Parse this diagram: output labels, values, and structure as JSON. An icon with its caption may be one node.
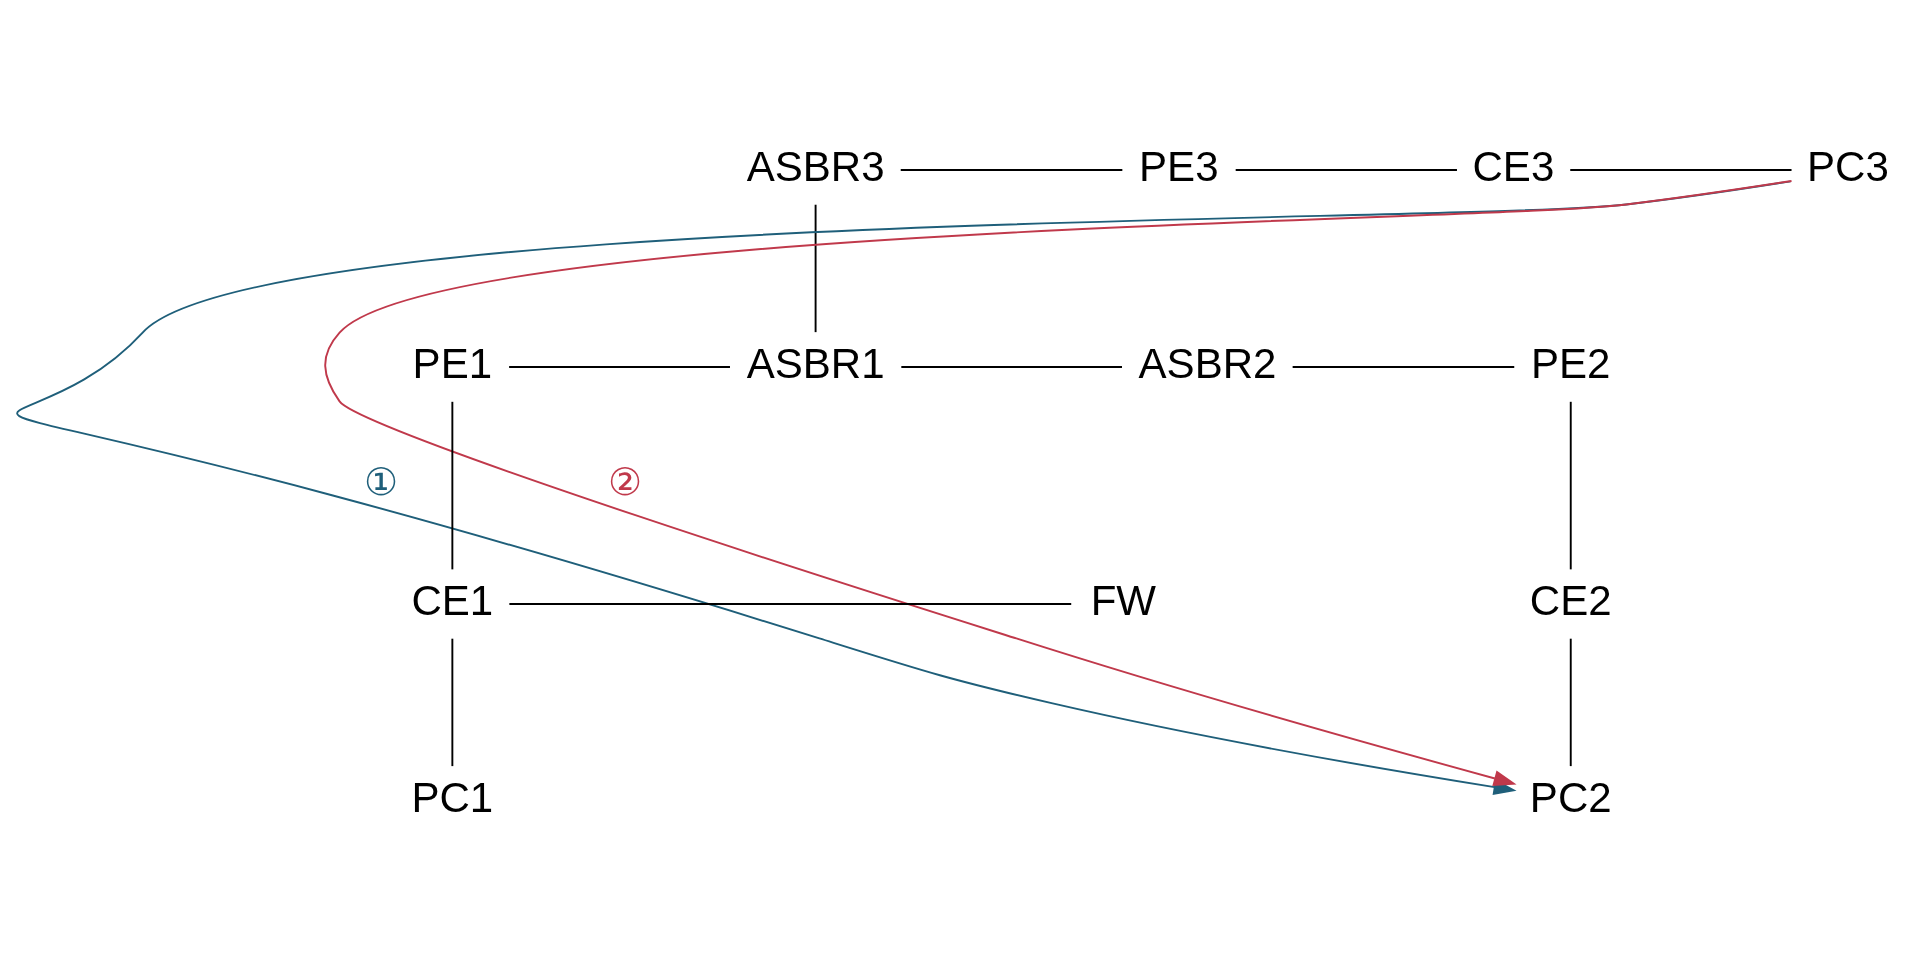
{
  "diagram": {
    "nodes": [
      {
        "text": [
          "ASBR3"
        ]
      },
      {
        "text": [
          "PE3"
        ]
      },
      {
        "text": [
          "CE3"
        ]
      },
      {
        "text": [
          "PC3"
        ]
      },
      {
        "text": [
          "PE1"
        ]
      },
      {
        "text": [
          "ASBR1"
        ]
      },
      {
        "text": [
          "ASBR2"
        ]
      },
      {
        "text": [
          "PE2"
        ]
      },
      {
        "text": [
          "FW"
        ]
      },
      {
        "text": [
          "CE1"
        ]
      },
      {
        "text": [
          "CE2"
        ]
      },
      {
        "text": [
          "PC1"
        ]
      },
      {
        "text": [
          "PC2"
        ]
      }
    ],
    "edges": [
      {
        "from": 0,
        "to": 1,
        "arrow": "none"
      },
      {
        "from": 1,
        "to": 2,
        "arrow": "none"
      },
      {
        "from": 2,
        "to": 3,
        "arrow": "none"
      },
      {
        "from": 0,
        "to": 5,
        "arrow": "none"
      },
      {
        "from": 4,
        "to": 5,
        "arrow": "none"
      },
      {
        "from": 5,
        "to": 6,
        "arrow": "none"
      },
      {
        "from": 6,
        "to": 7,
        "arrow": "none"
      },
      {
        "from": 4,
        "to": 9,
        "arrow": "none"
      },
      {
        "from": 8,
        "to": 9,
        "arrow": "none"
      },
      {
        "from": 9,
        "to": 11,
        "arrow": "none"
      },
      {
        "from": 7,
        "to": 10,
        "arrow": "none"
      },
      {
        "from": 10,
        "to": 12,
        "arrow": "none"
      },
      {
        "from": 3,
        "to": 12,
        "arrow": "to",
        "label": "①",
        "color": "#1f5f7a"
      },
      {
        "from": 3,
        "to": 12,
        "arrow": "to",
        "label": "②",
        "color": "#c0394b"
      }
    ]
  }
}
